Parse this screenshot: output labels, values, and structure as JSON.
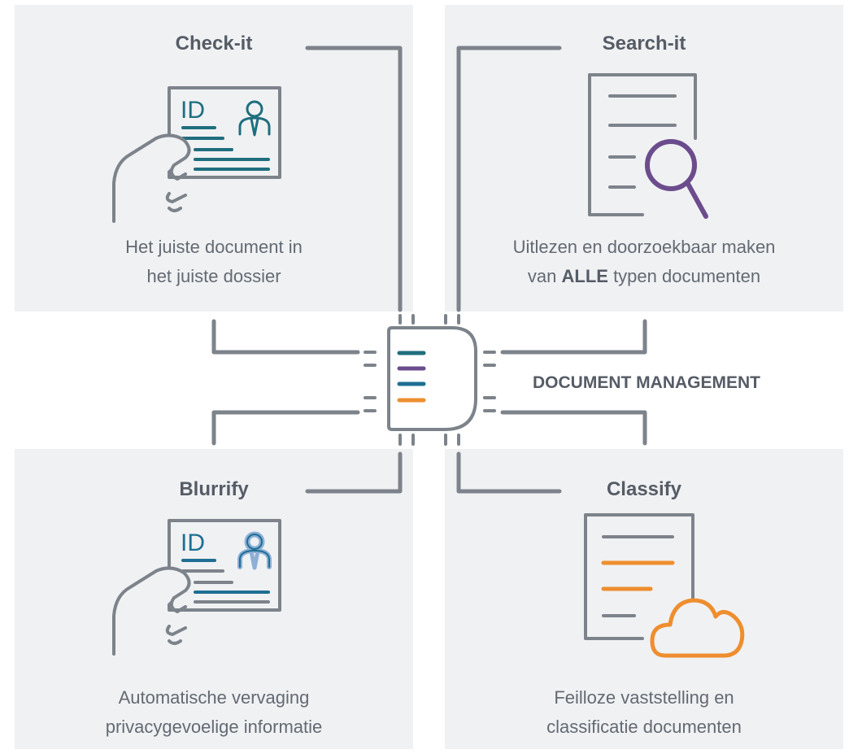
{
  "center": {
    "label": "DOCUMENT MANAGEMENT"
  },
  "modules": {
    "check_it": {
      "title": "Check-it",
      "line1": "Het juiste document in",
      "line2": "het juiste dossier",
      "id_badge": "ID"
    },
    "search_it": {
      "title": "Search-it",
      "line1": "Uitlezen en doorzoekbaar maken",
      "line2_pre": "van ",
      "line2_bold": "ALLE",
      "line2_post": " typen documenten"
    },
    "blurrify": {
      "title": "Blurrify",
      "line1": "Automatische vervaging",
      "line2": "privacygevoelige informatie",
      "id_badge": "ID"
    },
    "classify": {
      "title": "Classify",
      "line1": "Feilloze vaststelling en",
      "line2": "classificatie documenten"
    }
  },
  "colors": {
    "panel": "#f0f1f3",
    "line": "#7d838b",
    "teal": "#1f6e7e",
    "purple": "#6b4c8c",
    "blue": "#1e6f93",
    "orange": "#ee8e2f",
    "blur_blue": "#8eb0d6"
  },
  "icons": {
    "check_it": "id-card-hand-icon",
    "search_it": "document-magnifier-icon",
    "blurrify": "blurred-id-card-hand-icon",
    "classify": "document-cloud-icon",
    "center": "document-hub-icon"
  }
}
